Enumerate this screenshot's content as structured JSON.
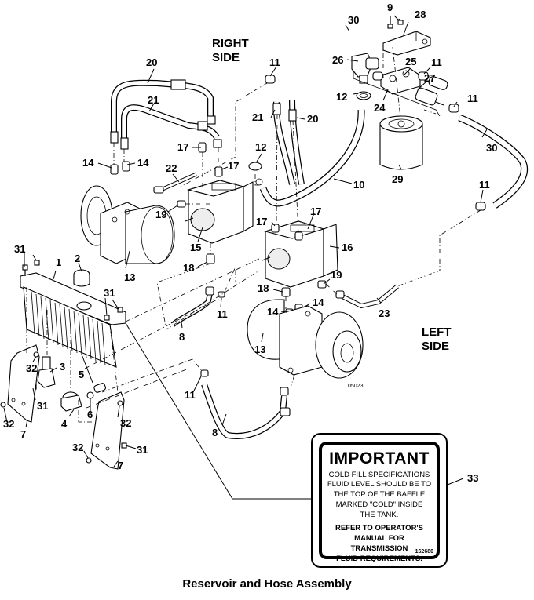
{
  "caption": "Reservoir and Hose Assembly",
  "side_labels": {
    "right": [
      "RIGHT",
      "SIDE"
    ],
    "left": [
      "LEFT",
      "SIDE"
    ]
  },
  "drawing_number": "05023",
  "decal": {
    "title": "IMPORTANT",
    "subtitle": "COLD FILL SPECIFICATIONS",
    "lines": [
      "FLUID LEVEL SHOULD BE TO",
      "THE TOP OF THE BAFFLE",
      "MARKED \"COLD\" INSIDE",
      "THE TANK."
    ],
    "bold_lines": [
      "REFER TO OPERATOR'S",
      "MANUAL FOR TRANSMISSION",
      "FLUID REQUIREMENTS."
    ],
    "code": "162680"
  },
  "callouts": [
    {
      "id": "c1",
      "label": "1"
    },
    {
      "id": "c2",
      "label": "2"
    },
    {
      "id": "c3",
      "label": "3"
    },
    {
      "id": "c4",
      "label": "4"
    },
    {
      "id": "c5",
      "label": "5"
    },
    {
      "id": "c6",
      "label": "6"
    },
    {
      "id": "c7a",
      "label": "7"
    },
    {
      "id": "c7b",
      "label": "7"
    },
    {
      "id": "c8a",
      "label": "8"
    },
    {
      "id": "c8b",
      "label": "8"
    },
    {
      "id": "c9",
      "label": "9"
    },
    {
      "id": "c10",
      "label": "10"
    },
    {
      "id": "c11a",
      "label": "11"
    },
    {
      "id": "c11b",
      "label": "11"
    },
    {
      "id": "c11c",
      "label": "11"
    },
    {
      "id": "c11d",
      "label": "11"
    },
    {
      "id": "c11e",
      "label": "11"
    },
    {
      "id": "c11f",
      "label": "11"
    },
    {
      "id": "c12a",
      "label": "12"
    },
    {
      "id": "c12b",
      "label": "12"
    },
    {
      "id": "c13a",
      "label": "13"
    },
    {
      "id": "c13b",
      "label": "13"
    },
    {
      "id": "c14a",
      "label": "14"
    },
    {
      "id": "c14b",
      "label": "14"
    },
    {
      "id": "c14c",
      "label": "14"
    },
    {
      "id": "c14d",
      "label": "14"
    },
    {
      "id": "c15",
      "label": "15"
    },
    {
      "id": "c16",
      "label": "16"
    },
    {
      "id": "c17a",
      "label": "17"
    },
    {
      "id": "c17b",
      "label": "17"
    },
    {
      "id": "c17c",
      "label": "17"
    },
    {
      "id": "c17d",
      "label": "17"
    },
    {
      "id": "c18a",
      "label": "18"
    },
    {
      "id": "c18b",
      "label": "18"
    },
    {
      "id": "c19a",
      "label": "19"
    },
    {
      "id": "c19b",
      "label": "19"
    },
    {
      "id": "c20a",
      "label": "20"
    },
    {
      "id": "c20b",
      "label": "20"
    },
    {
      "id": "c21a",
      "label": "21"
    },
    {
      "id": "c21b",
      "label": "21"
    },
    {
      "id": "c22",
      "label": "22"
    },
    {
      "id": "c23",
      "label": "23"
    },
    {
      "id": "c24",
      "label": "24"
    },
    {
      "id": "c25",
      "label": "25"
    },
    {
      "id": "c26",
      "label": "26"
    },
    {
      "id": "c27",
      "label": "27"
    },
    {
      "id": "c28",
      "label": "28"
    },
    {
      "id": "c29",
      "label": "29"
    },
    {
      "id": "c30a",
      "label": "30"
    },
    {
      "id": "c30b",
      "label": "30"
    },
    {
      "id": "c31a",
      "label": "31"
    },
    {
      "id": "c31b",
      "label": "31"
    },
    {
      "id": "c31c",
      "label": "31"
    },
    {
      "id": "c31d",
      "label": "31"
    },
    {
      "id": "c32a",
      "label": "32"
    },
    {
      "id": "c32b",
      "label": "32"
    },
    {
      "id": "c32c",
      "label": "32"
    },
    {
      "id": "c32d",
      "label": "32"
    },
    {
      "id": "c33",
      "label": "33"
    }
  ]
}
